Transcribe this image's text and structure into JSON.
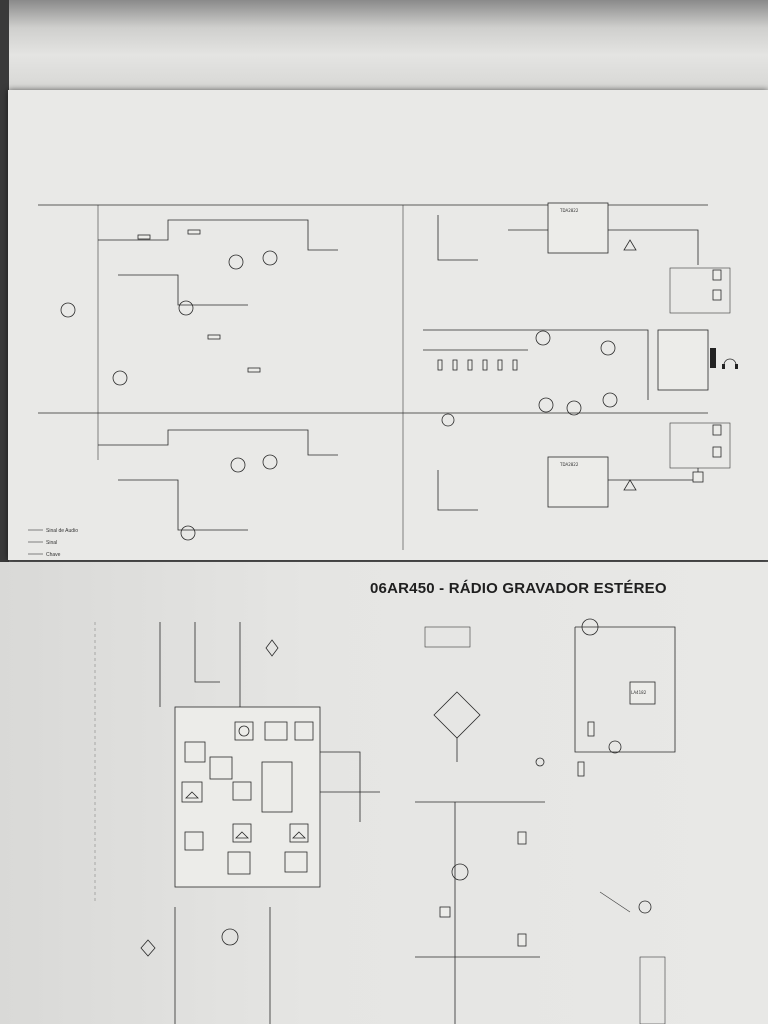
{
  "title": "06AR450 - RÁDIO GRAVADOR ESTÉREO",
  "ic_labels": {
    "ic_top_left": "TDA2822",
    "ic_top_right": "TDA2822",
    "ic_power": "LA4182"
  },
  "legend": {
    "line1": "Sinal de Audio",
    "line2": "Sinal",
    "line3": "Chave"
  },
  "headphone_icon": "headphone-icon",
  "colors": {
    "paper": "#e9e9e7",
    "ink": "#2a2a2a",
    "background": "#5a5a5a"
  }
}
